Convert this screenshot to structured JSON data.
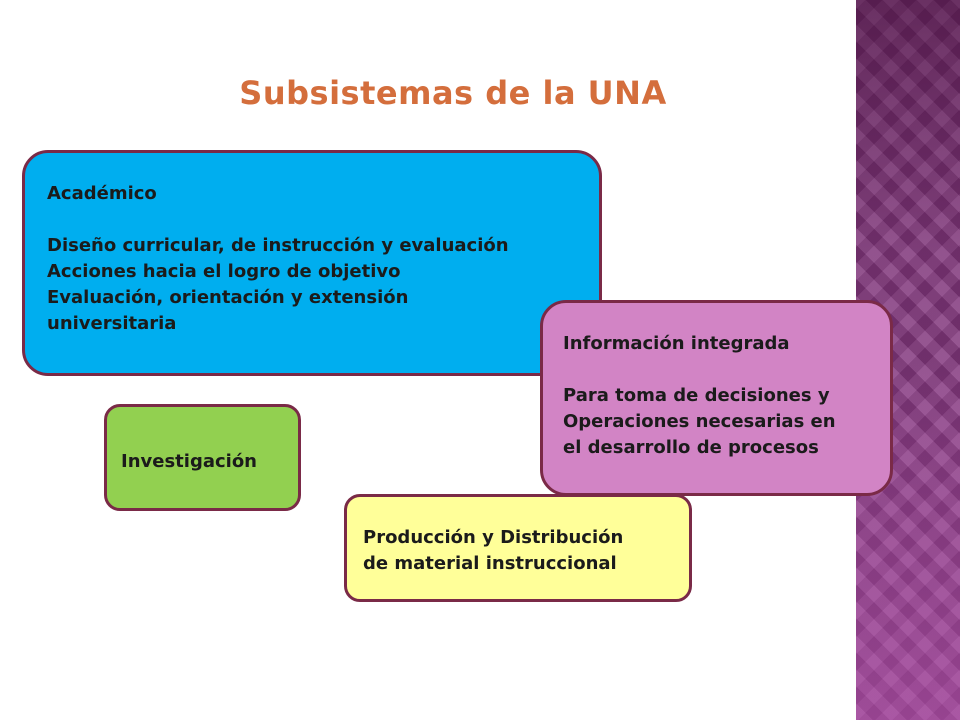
{
  "slide": {
    "title": "Subsistemas de la UNA",
    "boxes": {
      "academico": {
        "heading": "Académico",
        "lines": [
          "Diseño curricular, de instrucción y evaluación",
          "Acciones hacia el logro de objetivo",
          "Evaluación, orientación y extensión universitaria"
        ]
      },
      "investigacion": {
        "heading": "Investigación"
      },
      "produccion": {
        "lines": [
          "Producción y Distribución",
          "de material instruccional"
        ]
      },
      "informacion": {
        "heading": "Información integrada",
        "lines": [
          "Para toma de decisiones y",
          "Operaciones necesarias en",
          "el desarrollo de procesos"
        ]
      }
    }
  },
  "colors": {
    "title": "#d46e3c",
    "border": "#7a2a47",
    "academico": "#00aeef",
    "investigacion": "#92d050",
    "produccion": "#ffff99",
    "informacion": "#d284c5",
    "side_band": "#8e3f8a"
  }
}
